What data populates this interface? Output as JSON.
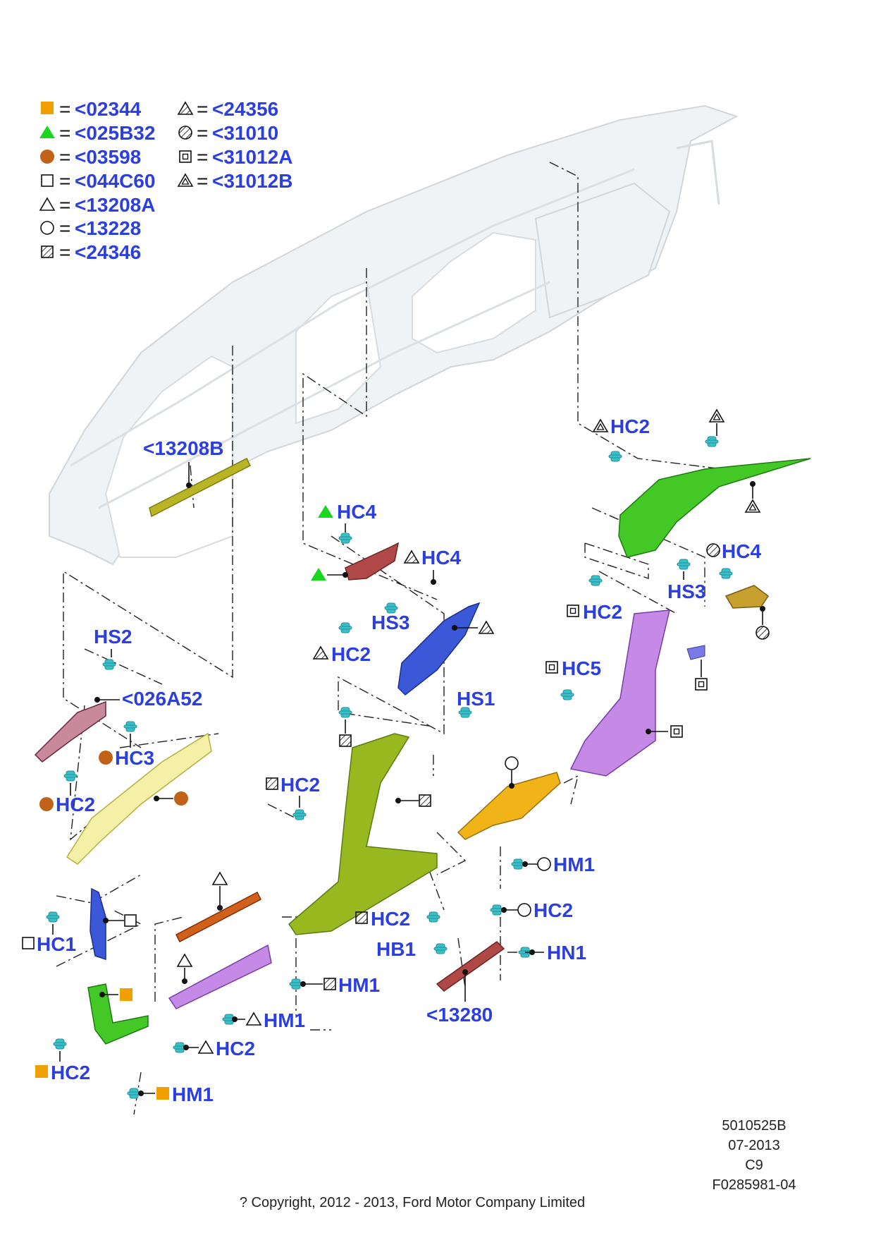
{
  "legend": [
    {
      "symbol": "square-orange",
      "code": "<02344"
    },
    {
      "symbol": "triangle-green",
      "code": "<025B32"
    },
    {
      "symbol": "circle-brown",
      "code": "<03598"
    },
    {
      "symbol": "square-outline",
      "code": "<044C60"
    },
    {
      "symbol": "triangle-outline",
      "code": "<13208A"
    },
    {
      "symbol": "circle-outline",
      "code": "<13228"
    },
    {
      "symbol": "square-hatched",
      "code": "<24346"
    },
    {
      "symbol": "triangle-hatched",
      "code": "<24356"
    },
    {
      "symbol": "circle-hatched",
      "code": "<31010"
    },
    {
      "symbol": "square-in-square",
      "code": "<31012A"
    },
    {
      "symbol": "triangle-in-triangle",
      "code": "<31012B"
    }
  ],
  "legend_separator": "=",
  "callouts": {
    "c13208B": "<13208B",
    "hc4_top": "HC4",
    "hc4_mid": "HC4",
    "hs3_mid": "HS3",
    "hc2_mid": "HC2",
    "hs1": "HS1",
    "hc2_topright": "HC2",
    "hc4_right": "HC4",
    "hs3_right": "HS3",
    "hc2_right": "HC2",
    "hc5": "HC5",
    "hs2": "HS2",
    "c026A52": "<026A52",
    "hc3": "HC3",
    "hc2_left": "HC2",
    "hc2_center": "HC2",
    "hm1_orangecircle": "HM1",
    "hc2_circle": "HC2",
    "hc2_lower_center": "HC2",
    "hb1": "HB1",
    "hn1": "HN1",
    "c13280": "<13280",
    "hm1_hatched": "HM1",
    "hc1": "HC1",
    "hm1_triangle": "HM1",
    "hc2_triangle": "HC2",
    "hc2_bottomleft": "HC2",
    "hm1_bottom": "HM1"
  },
  "footer": {
    "ref": "5010525B",
    "date": "07-2013",
    "variant": "C9",
    "figure": "F0285981-04",
    "copyright": "? Copyright, 2012 - 2013, Ford Motor Company Limited"
  },
  "colors": {
    "label": "#2b3fe0",
    "orange": "#f0a000",
    "green": "#19d61e",
    "brown": "#c0621a",
    "trim_yellow": "#f4f0a8",
    "trim_olive": "#98b820",
    "trim_green": "#44c826",
    "trim_purple": "#c48ae6",
    "trim_blue": "#3a58d8",
    "trim_amber": "#f0b418",
    "trim_maroon": "#b04848",
    "clip": "#3cc0c8"
  }
}
